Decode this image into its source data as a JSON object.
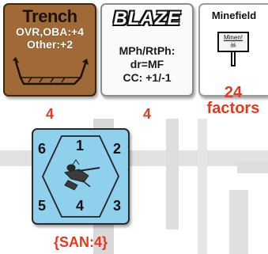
{
  "counters": {
    "trench": {
      "title": "Trench",
      "line1": "OVR,OBA:+4",
      "line2": "Other:+2",
      "caption": "4"
    },
    "blaze": {
      "title": "BLAZE",
      "line1": "MPh/RtPh:",
      "line2": "dr=MF",
      "line3": "CC: +1/-1",
      "caption": "4"
    },
    "minefield": {
      "title": "Minefield",
      "sign": "Minen!",
      "caption_line1": "24",
      "caption_line2": "factors"
    },
    "san": {
      "numbers": [
        "1",
        "2",
        "3",
        "4",
        "5",
        "6"
      ],
      "caption": "{SAN:4}"
    }
  },
  "colors": {
    "trench_bg": "#a06a36",
    "san_bg": "#8fd0ec",
    "caption": "#e5391d"
  }
}
